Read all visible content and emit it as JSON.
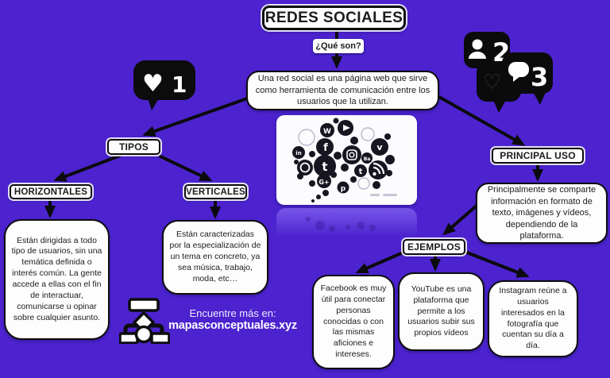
{
  "map": {
    "title": "REDES SOCIALES",
    "question": "¿Qué son?",
    "definition": "Una red social es una página web que sirve como herramienta de comunicación entre los usuarios que la utilizan.",
    "tipos": {
      "label": "TIPOS",
      "horizontales": {
        "label": "HORIZONTALES",
        "text": "Están dirigidas a todo tipo de usuarios, sin una temática definida o interés común. La gente accede a ellas con el fin de interactuar, comunicarse u opinar sobre cualquier asunto."
      },
      "verticales": {
        "label": "VERTICALES",
        "text": "Están caracterizadas por la especialización de un tema en concreto, ya sea música, trabajo, moda, etc…"
      }
    },
    "principal_uso": {
      "label": "PRINCIPAL USO",
      "text": "Principalmente se comparte información en formato de texto, imágenes y vídeos, dependiendo de la plataforma."
    },
    "ejemplos": {
      "label": "EJEMPLOS",
      "items": [
        {
          "name": "facebook",
          "text": "Facebook es muy útil para conectar personas conocidas o con las mismas aficiones e intereses."
        },
        {
          "name": "youtube",
          "text": "YouTube es una plataforma que permite a los usuarios subir sus propios vídeos"
        },
        {
          "name": "instagram",
          "text": "Instagram reúne a usuarios interesados en la fotografía que cuentan su día a día."
        }
      ]
    }
  },
  "notifications": {
    "likes": "1",
    "users": "2",
    "comments": "3"
  },
  "footer": {
    "find_more": "Encuentre más en:",
    "site": "mapasconceptuales.xyz"
  },
  "icons": {
    "heart": "like-notification-bubble",
    "user": "follower-notification-bubble",
    "comment": "comment-notification-bubble",
    "brain": "social-media-brain-image",
    "logo": "concept-map-flowchart-logo"
  },
  "colors": {
    "background": "#4C23CF",
    "node_fill": "#FDFDFD",
    "node_border": "#0D0D0D",
    "arrow": "#0B0B0B",
    "text": "#1C1C1C"
  }
}
